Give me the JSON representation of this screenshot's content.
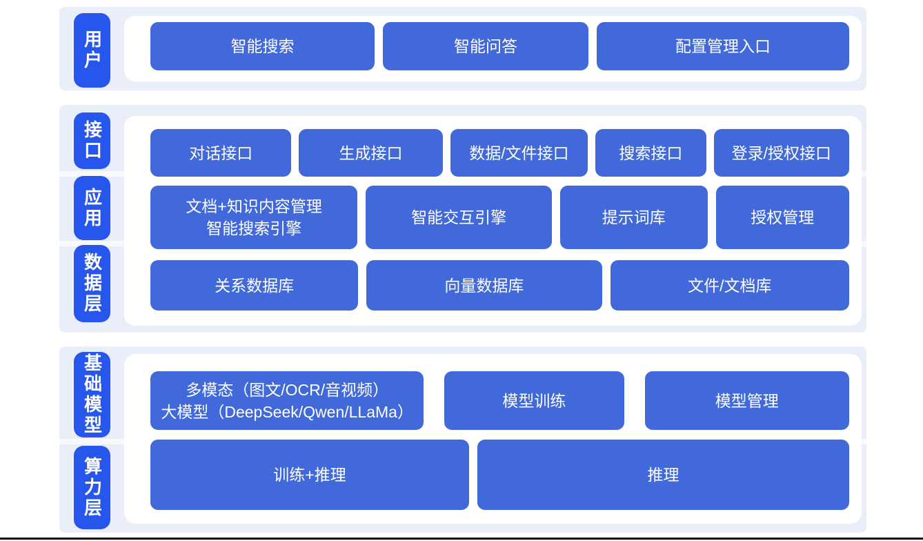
{
  "colors": {
    "page_bg": "#ffffff",
    "band_bg": "#e9eef8",
    "pill_bg": "#2656eb",
    "box_bg": "#4169da",
    "panel_bg": "#ffffff",
    "text": "#ffffff",
    "bottom_line": "#0b0b0b"
  },
  "sections": [
    {
      "id": "user-layer",
      "pills": [
        {
          "label": "用户"
        }
      ],
      "rows": [
        {
          "boxes": [
            {
              "label": "智能搜索"
            },
            {
              "label": "智能问答"
            },
            {
              "label": "配置管理入口"
            }
          ]
        }
      ]
    },
    {
      "id": "middle-layers",
      "pills": [
        {
          "label": "接口"
        },
        {
          "label": "应用"
        },
        {
          "label": "数据层"
        }
      ],
      "rows": [
        {
          "boxes": [
            {
              "label": "对话接口"
            },
            {
              "label": "生成接口"
            },
            {
              "label": "数据/文件接口"
            },
            {
              "label": "搜索接口"
            },
            {
              "label": "登录/授权接口"
            }
          ]
        },
        {
          "boxes": [
            {
              "lines": [
                "文档+知识内容管理",
                "智能搜索引擎"
              ]
            },
            {
              "label": "智能交互引擎"
            },
            {
              "label": "提示词库"
            },
            {
              "label": "授权管理"
            }
          ]
        },
        {
          "boxes": [
            {
              "label": "关系数据库"
            },
            {
              "label": "向量数据库"
            },
            {
              "label": "文件/文档库"
            }
          ]
        }
      ]
    },
    {
      "id": "foundation-layers",
      "pills": [
        {
          "label": "基础模型"
        },
        {
          "label": "算力层"
        }
      ],
      "rows": [
        {
          "boxes": [
            {
              "lines": [
                "多模态（图文/OCR/音视频）",
                "大模型（DeepSeek/Qwen/LLaMa）"
              ]
            },
            {
              "label": "模型训练"
            },
            {
              "label": "模型管理"
            }
          ]
        },
        {
          "boxes": [
            {
              "label": "训练+推理"
            },
            {
              "label": "推理"
            }
          ]
        }
      ]
    }
  ]
}
